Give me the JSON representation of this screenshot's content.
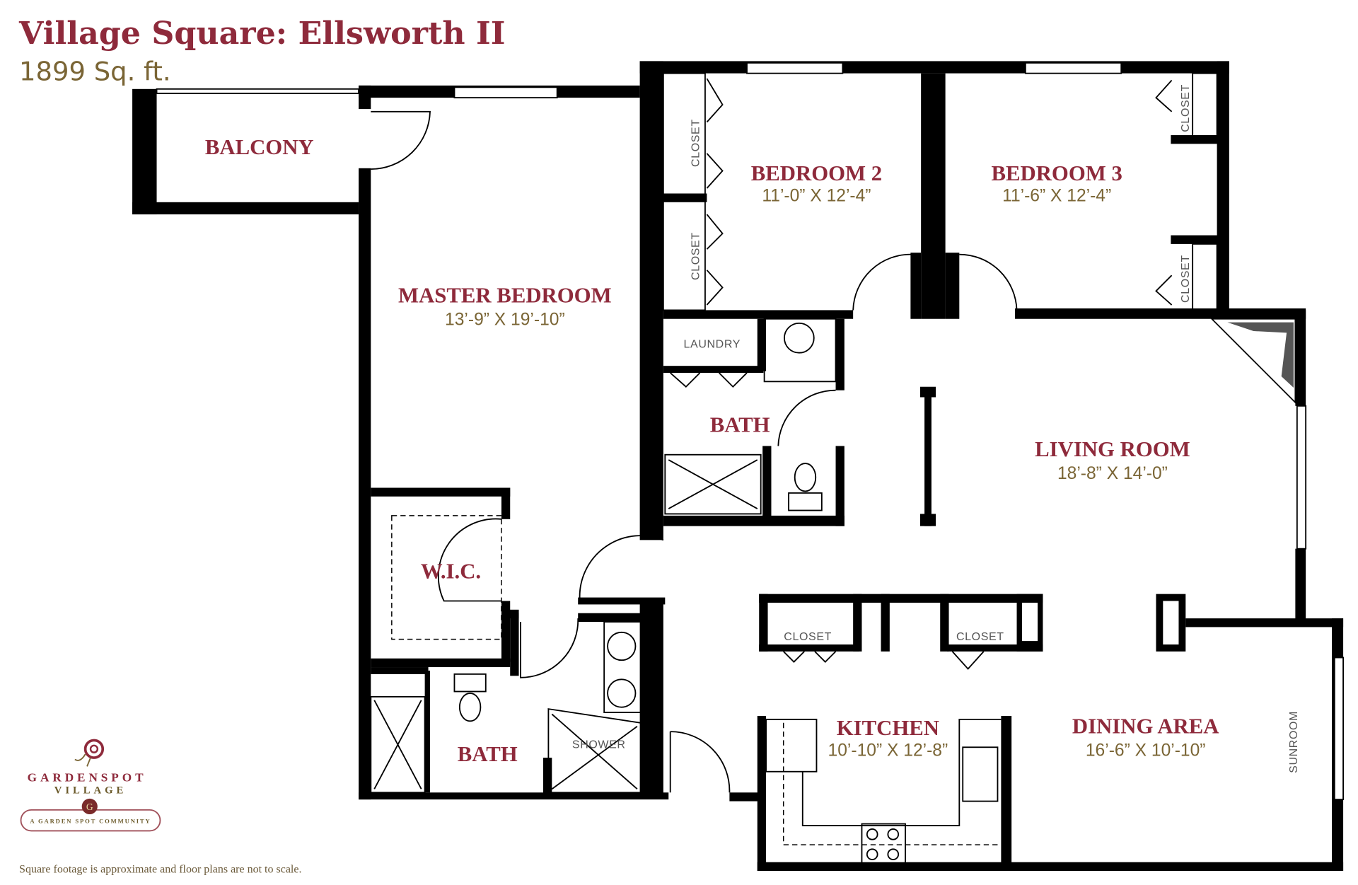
{
  "header": {
    "title": "Village Square: Ellsworth II",
    "area": "1899 Sq. ft."
  },
  "rooms": {
    "balcony": {
      "label": "BALCONY"
    },
    "master_bedroom": {
      "label": "MASTER BEDROOM",
      "dims": "13’-9” X 19’-10”"
    },
    "bedroom2": {
      "label": "BEDROOM 2",
      "dims": "11’-0” X 12’-4”"
    },
    "bedroom3": {
      "label": "BEDROOM 3",
      "dims": "11’-6” X 12’-4”"
    },
    "living_room": {
      "label": "LIVING ROOM",
      "dims": "18’-8” X 14’-0”"
    },
    "kitchen": {
      "label": "KITCHEN",
      "dims": "10’-10” X 12’-8”"
    },
    "dining_area": {
      "label": "DINING AREA",
      "dims": "16’-6” X 10’-10”"
    },
    "hall_bath": {
      "label": "BATH"
    },
    "master_bath": {
      "label": "BATH"
    },
    "wic": {
      "label": "W.I.C."
    },
    "laundry": {
      "label": "LAUNDRY"
    },
    "shower": {
      "label": "SHOWER"
    },
    "sunroom": {
      "label": "SUNROOM"
    },
    "closet": {
      "label": "CLOSET"
    }
  },
  "logo": {
    "name_line1": "GARDENSPOT",
    "name_line2": "VILLAGE",
    "monogram": "G",
    "tagline": "A GARDEN SPOT COMMUNITY"
  },
  "footer": {
    "disclaimer": "Square footage is approximate and floor plans are not to scale."
  }
}
